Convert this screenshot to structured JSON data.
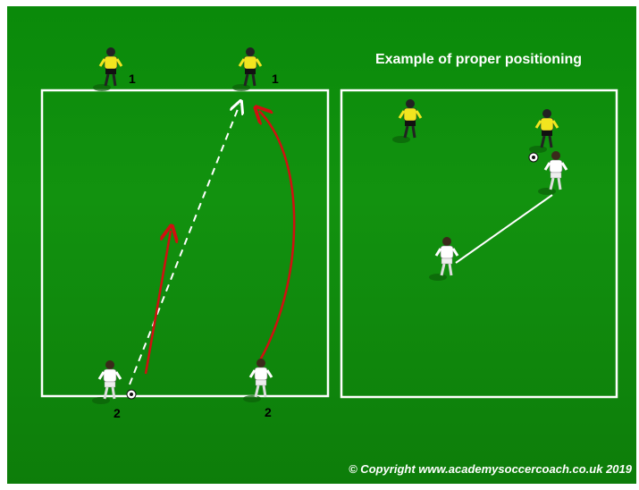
{
  "diagram": {
    "title": "Example of proper positioning",
    "copyright": "© Copyright www.academysoccercoach.co.uk 2019",
    "players": [
      {
        "id": "yellow-left",
        "team": "yellow",
        "label": "1"
      },
      {
        "id": "yellow-right",
        "team": "yellow",
        "label": "1"
      },
      {
        "id": "white-left",
        "team": "white",
        "label": "2"
      },
      {
        "id": "white-right",
        "team": "white",
        "label": "2"
      }
    ],
    "colors": {
      "pitch": "#0f8a0c",
      "lines": "#ffffff",
      "run_arrow": "#d01010",
      "yellow_kit": "#f2e51f",
      "white_kit": "#ffffff"
    }
  }
}
